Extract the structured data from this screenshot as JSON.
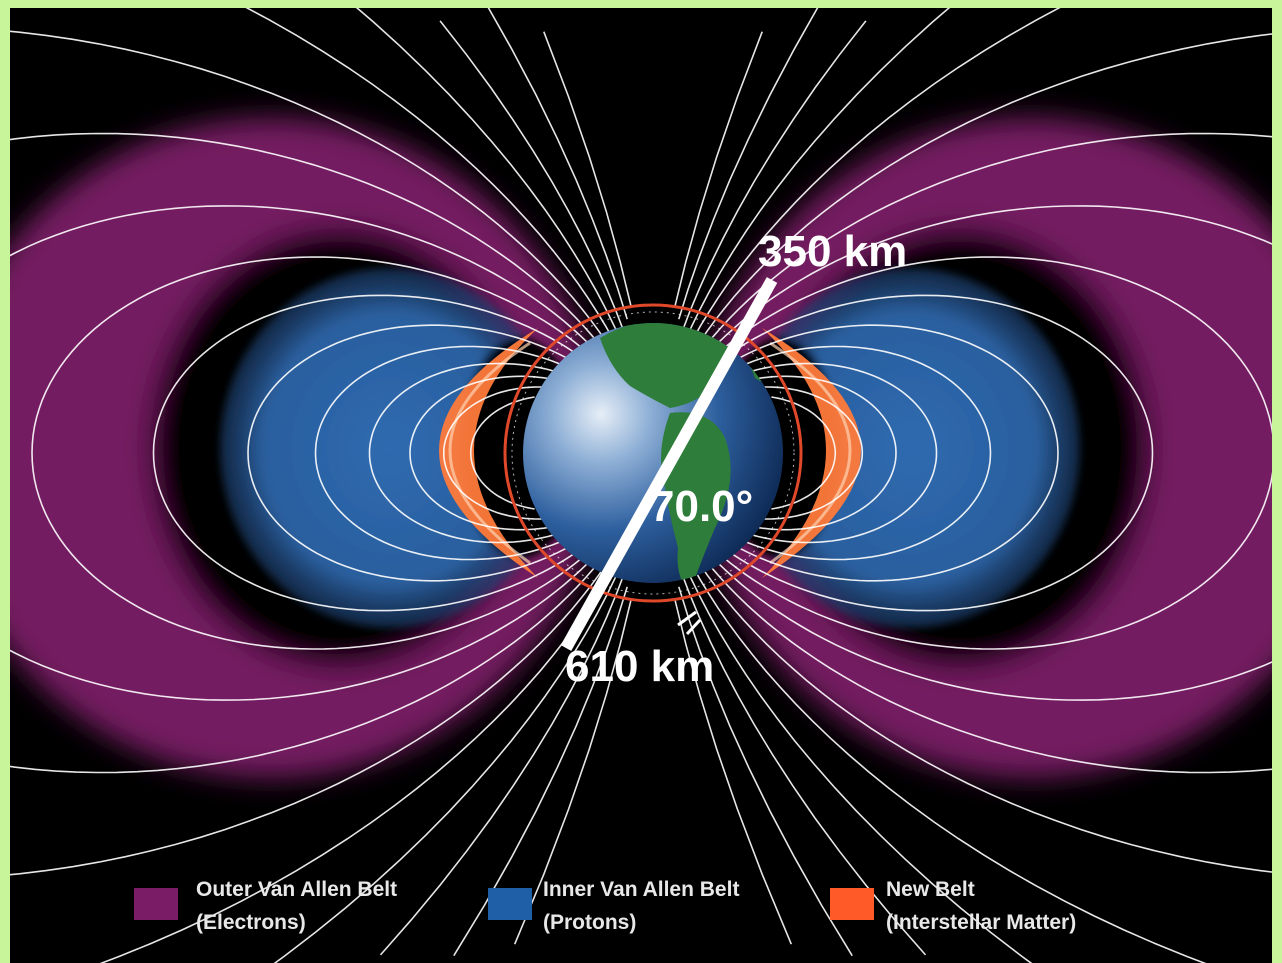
{
  "labels": {
    "top_altitude": "350 km",
    "bottom_altitude": "610 km",
    "inclination": "70.0°"
  },
  "legend": [
    {
      "line1": "Outer Van Allen Belt",
      "line2": "(Electrons)",
      "color": "#7a1d66"
    },
    {
      "line1": "Inner Van Allen Belt",
      "line2": "(Protons)",
      "color": "#1e5fa8"
    },
    {
      "line1": "New Belt",
      "line2": "(Interstellar Matter)",
      "color": "#ff5a28"
    }
  ],
  "colors": {
    "frame": "#c8f59a",
    "background": "#000000",
    "outer_belt": "#7a1d66",
    "inner_belt": "#2a5f9e",
    "new_belt": "#ff7a3a",
    "field_lines": "#ffffff",
    "orbit_ring": "#e0482a"
  },
  "icons": {
    "earth": "earth-globe-icon",
    "satellite_path": "satellite-track-icon"
  }
}
